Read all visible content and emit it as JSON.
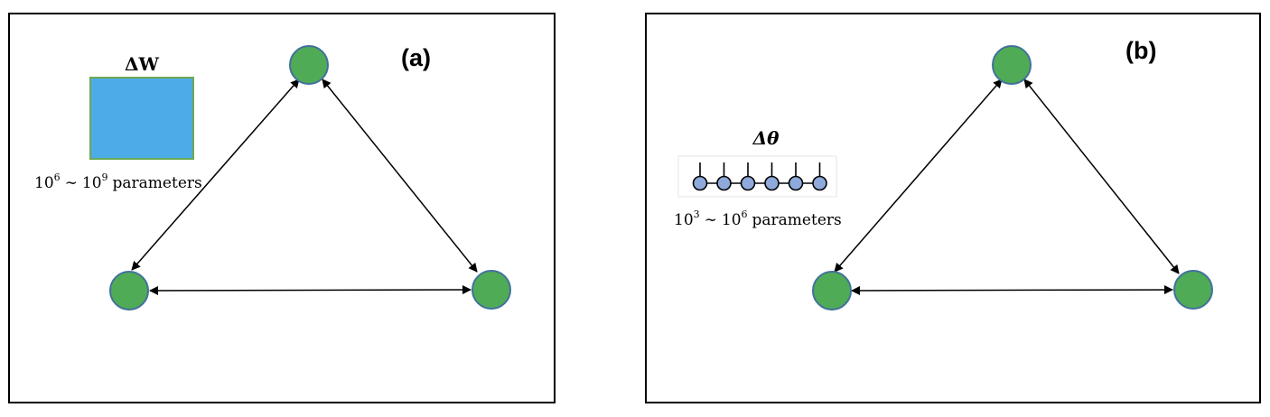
{
  "panels": [
    {
      "label": "(a)",
      "update_symbol": "ΔW",
      "param_base": "10",
      "param_exp_low": "6",
      "param_sep": "∼",
      "param_exp_high": "9",
      "param_word": "parameters",
      "update_visual": "dense-matrix-block",
      "node_count": 3,
      "edges": [
        "top↔bottom-left",
        "top↔bottom-right",
        "bottom-left↔bottom-right"
      ]
    },
    {
      "label": "(b)",
      "update_symbol": "Δθ",
      "param_base": "10",
      "param_exp_low": "3",
      "param_sep": "∼",
      "param_exp_high": "6",
      "param_word": "parameters",
      "update_visual": "tensor-network-chain",
      "chain_node_count": 6,
      "node_count": 3,
      "edges": [
        "top↔bottom-left",
        "top↔bottom-right",
        "bottom-left↔bottom-right"
      ]
    }
  ],
  "colors": {
    "node_fill": "#4fab55",
    "node_stroke": "#41719c",
    "matrix_fill": "#4dabe8",
    "matrix_stroke": "#6aaa55",
    "chain_node_fill": "#8eaadb",
    "frame": "#000000"
  }
}
